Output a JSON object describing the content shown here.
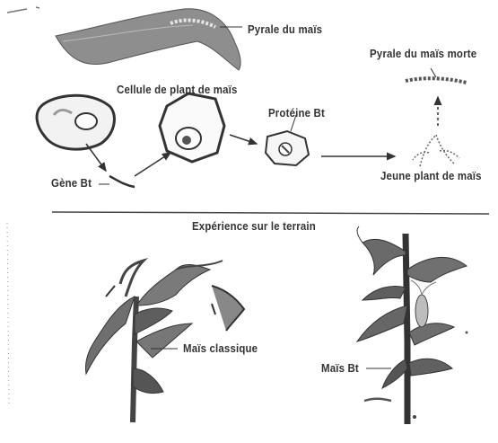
{
  "labels": {
    "corn_borer": "Pyrale du maïs",
    "corn_cell": "Cellule de plant de maïs",
    "dead_borer": "Pyrale du maïs morte",
    "bt_protein": "Protéine Bt",
    "bt_gene": "Gène Bt",
    "young_plant": "Jeune plant de maïs",
    "field_title": "Expérience sur le terrain",
    "classic_corn": "Maïs classique",
    "bt_corn": "Maïs Bt"
  }
}
